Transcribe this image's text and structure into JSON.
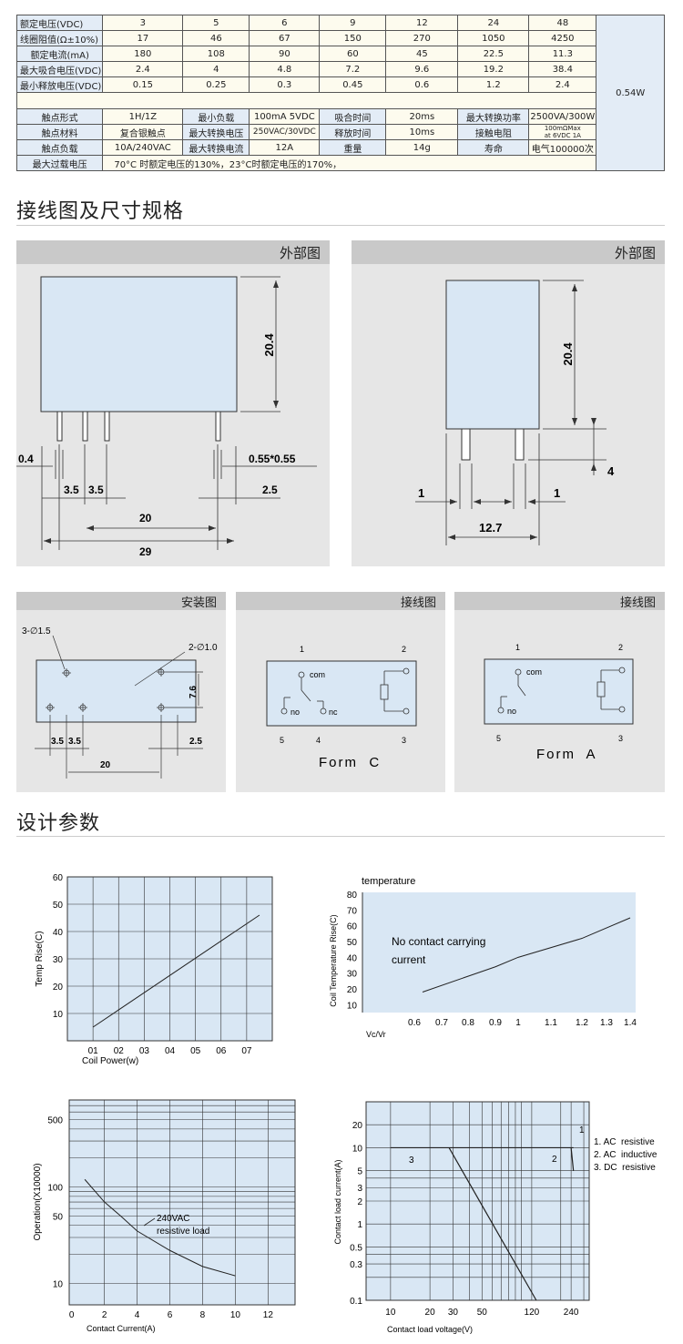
{
  "spec": {
    "r1": {
      "label": "额定电压(VDC)",
      "vals": [
        "3",
        "5",
        "6",
        "9",
        "12",
        "24",
        "48"
      ]
    },
    "r2": {
      "label": "线圈阻值(Ω±10%)",
      "vals": [
        "17",
        "46",
        "67",
        "150",
        "270",
        "1050",
        "4250"
      ]
    },
    "r3": {
      "label": "额定电流(mA)",
      "vals": [
        "180",
        "108",
        "90",
        "60",
        "45",
        "22.5",
        "11.3"
      ]
    },
    "r4": {
      "label": "最大吸合电压(VDC)",
      "vals": [
        "2.4",
        "4",
        "4.8",
        "7.2",
        "9.6",
        "19.2",
        "38.4"
      ]
    },
    "r5": {
      "label": "最小释放电压(VDC)",
      "vals": [
        "0.15",
        "0.25",
        "0.3",
        "0.45",
        "0.6",
        "1.2",
        "2.4"
      ]
    },
    "power": "0.54W",
    "c1": [
      "触点形式",
      "1H/1Z",
      "最小负载",
      "100mA 5VDC",
      "吸合时间",
      "20ms",
      "最大转换功率",
      "2500VA/300W"
    ],
    "c2": [
      "触点材料",
      "复合银触点",
      "最大转换电压",
      "250VAC/30VDC",
      "释放时间",
      "10ms",
      "接触电阻",
      "100mΩMax",
      "at 6VDC 1A"
    ],
    "c3": [
      "触点负载",
      "10A/240VAC",
      "最大转换电流",
      "12A",
      "重量",
      "14g",
      "寿命",
      "电气100000次"
    ],
    "over_label": "最大过载电压",
    "over_val": "70°C 时额定电压的130%，23°C时额定电压的170%，"
  },
  "section1_title": "接线图及尺寸规格",
  "section2_title": "设计参数",
  "panels": {
    "ext1": "外部图",
    "ext2": "外部图",
    "install": "安装图",
    "wiring1": "接线图",
    "wiring2": "接线图"
  },
  "dims1": {
    "h": "20.4",
    "pin": "0.4",
    "pinsize": "0.55*0.55",
    "a": "3.5",
    "b": "3.5",
    "c": "2.5",
    "d": "20",
    "e": "29"
  },
  "dims2": {
    "h": "20.4",
    "f": "4",
    "g": "1",
    "i": "1",
    "w": "12.7"
  },
  "install": {
    "hole1": "3-∅1.5",
    "hole2": "2-∅1.0",
    "v": "7.6",
    "a": "3.5",
    "b": "3.5",
    "c": "2.5",
    "d": "20"
  },
  "formc": {
    "p1": "1",
    "p2": "2",
    "p3": "3",
    "p4": "4",
    "p5": "5",
    "com": "com",
    "no": "no",
    "nc": "nc",
    "name": "Form  C"
  },
  "forma": {
    "p1": "1",
    "p2": "2",
    "p3": "3",
    "p5": "5",
    "com": "com",
    "no": "no",
    "name": "Form  A"
  },
  "chart_data": [
    {
      "type": "line",
      "xlabel": "Coil Power(w)",
      "ylabel": "Temp Rise(C)",
      "x_ticks": [
        "01",
        "02",
        "03",
        "04",
        "05",
        "06",
        "07"
      ],
      "y_ticks": [
        "10",
        "20",
        "30",
        "40",
        "50",
        "60"
      ],
      "series": [
        {
          "x": [
            0.1,
            0.75
          ],
          "y": [
            5,
            46
          ]
        }
      ],
      "xlim": [
        0,
        0.8
      ],
      "ylim": [
        0,
        60
      ],
      "grid": true
    },
    {
      "type": "line",
      "title": "temperature",
      "xlabel": "Vc/Vr",
      "ylabel": "Coil Temperature Rise(C)",
      "annotation": "No contact carrying\ncurrent",
      "x_ticks": [
        "0.6",
        "0.7",
        "0.8",
        "0.9",
        "1",
        "1.1",
        "1.2",
        "1.3",
        "1.4"
      ],
      "y_ticks": [
        "10",
        "20",
        "30",
        "40",
        "50",
        "60",
        "70",
        "80"
      ],
      "series": [
        {
          "x": [
            0.63,
            0.8,
            0.9,
            1.0,
            1.2,
            1.4
          ],
          "y": [
            18,
            28,
            34,
            40,
            52,
            65
          ]
        }
      ],
      "grid": false
    },
    {
      "type": "line",
      "xlabel": "Contact Current(A)",
      "ylabel": "Operation(X10000)",
      "annotation": "240VAC\nresistive  load",
      "x_ticks": [
        "0",
        "2",
        "4",
        "6",
        "8",
        "10",
        "12"
      ],
      "y_ticks": [
        "10",
        "50",
        "100",
        "500"
      ],
      "series": [
        {
          "x": [
            0.8,
            2,
            3,
            4,
            6,
            8,
            10
          ],
          "y": [
            120,
            70,
            50,
            35,
            22,
            15,
            12
          ]
        }
      ],
      "grid": true
    },
    {
      "type": "line",
      "xlabel": "Contact load voltage(V)",
      "ylabel": "Contact load current(A)",
      "x_ticks": [
        "10",
        "20",
        "30",
        "50",
        "120",
        "240"
      ],
      "y_ticks": [
        "0.1",
        "0.3",
        "0.5",
        "1",
        "2",
        "3",
        "5",
        "10",
        "20"
      ],
      "series": [
        {
          "name": "1",
          "x": [
            10,
            250
          ],
          "y": [
            10,
            10
          ]
        },
        {
          "name": "2",
          "x": [
            240,
            250
          ],
          "y": [
            10,
            5
          ]
        },
        {
          "name": "3",
          "x": [
            28,
            130
          ],
          "y": [
            10,
            0.1
          ]
        }
      ],
      "legend": [
        "1. AC  resistive",
        "2. AC  inductive",
        "3. DC  resistive"
      ],
      "grid": true
    }
  ]
}
